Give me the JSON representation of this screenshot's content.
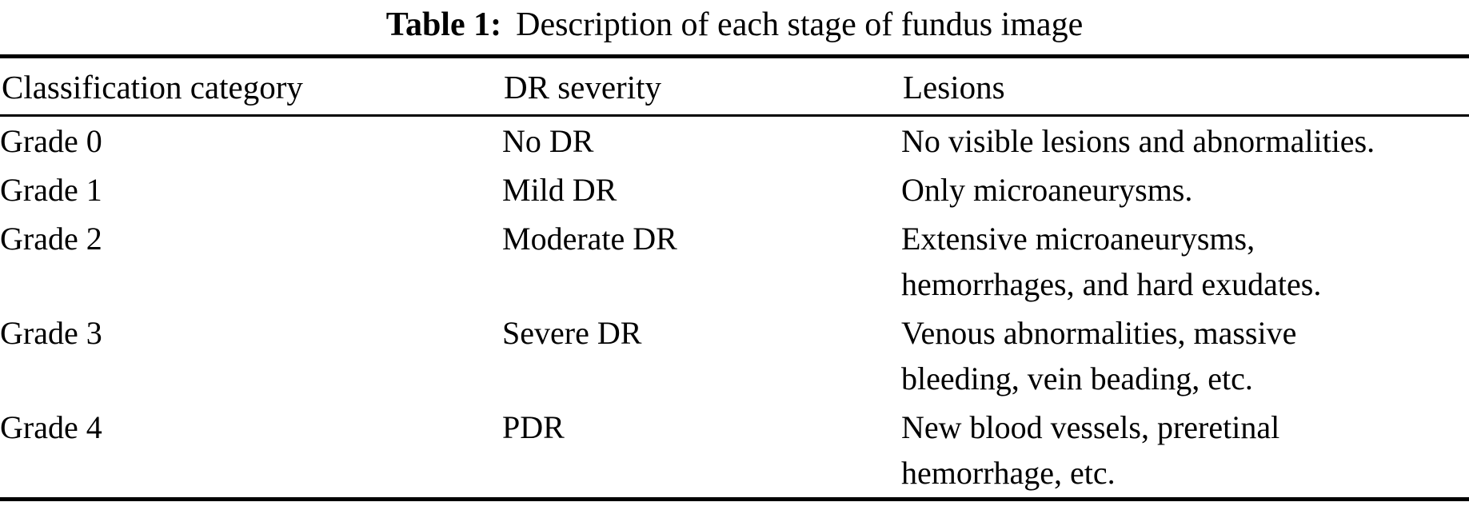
{
  "caption": {
    "label": "Table 1:",
    "text": "Description of each stage of fundus image"
  },
  "table": {
    "columns": [
      "Classification category",
      "DR severity",
      "Lesions"
    ],
    "rows": [
      {
        "category": "Grade 0",
        "severity": "No DR",
        "lesions": "No visible lesions and abnormalities."
      },
      {
        "category": "Grade 1",
        "severity": "Mild DR",
        "lesions": "Only microaneurysms."
      },
      {
        "category": "Grade 2",
        "severity": "Moderate DR",
        "lesions": "Extensive microaneurysms,\nhemorrhages, and hard exudates."
      },
      {
        "category": "Grade 3",
        "severity": "Severe DR",
        "lesions": "Venous abnormalities, massive\nbleeding, vein beading, etc."
      },
      {
        "category": "Grade 4",
        "severity": "PDR",
        "lesions": "New blood vessels, preretinal\nhemorrhage, etc."
      }
    ]
  },
  "colors": {
    "background": "#ffffff",
    "text": "#000000",
    "rule": "#000000"
  }
}
